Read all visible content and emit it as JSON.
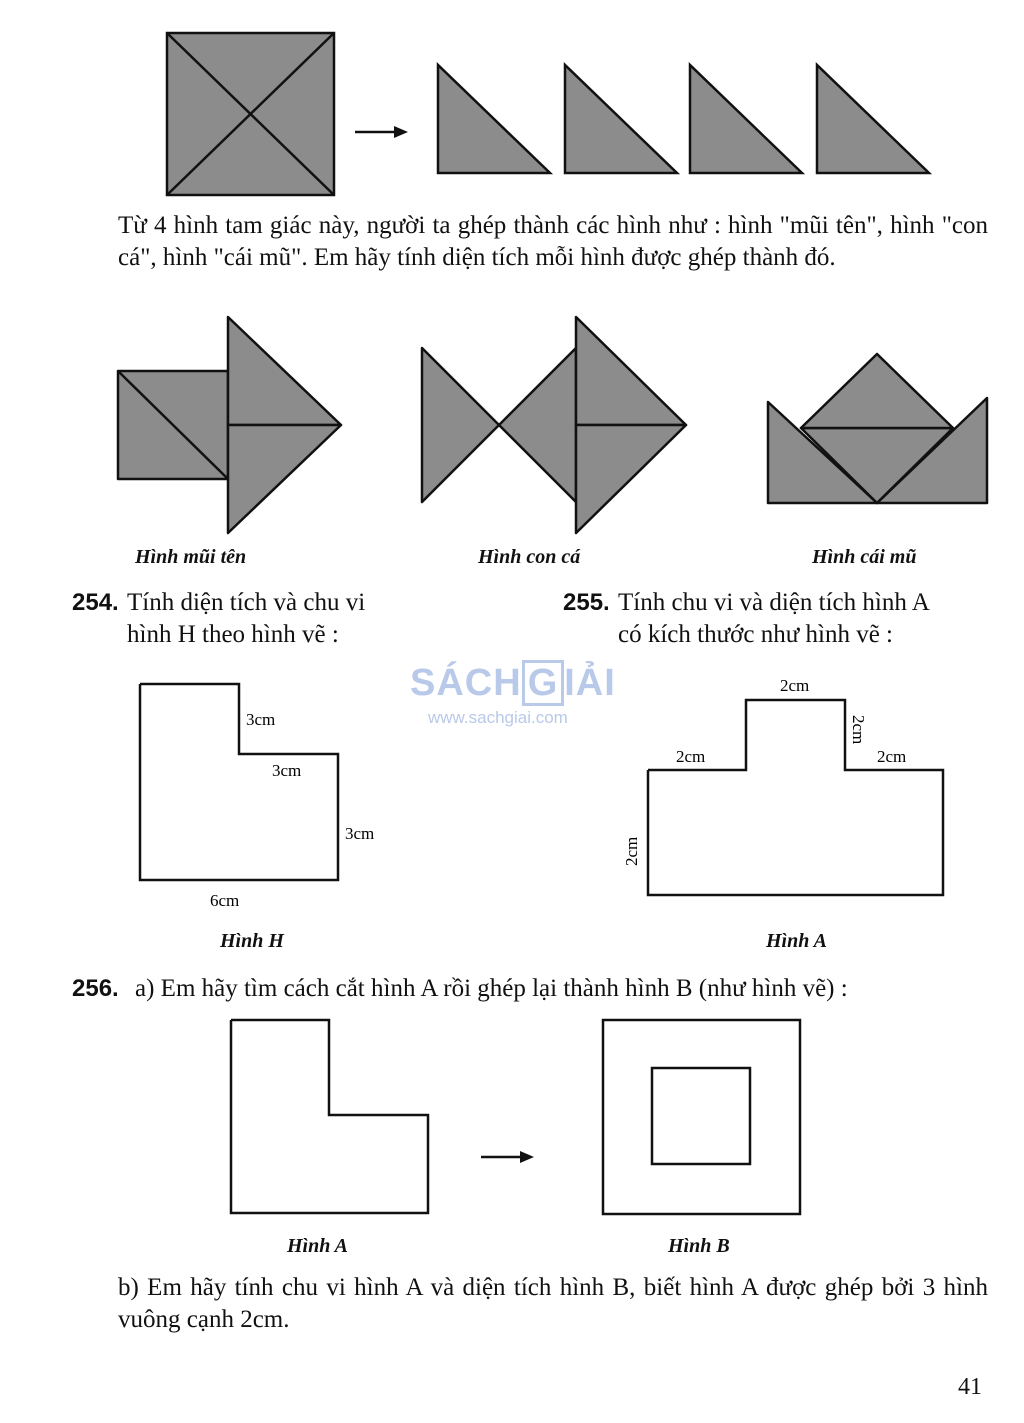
{
  "intro": {
    "text": "Từ 4 hình tam giác này, người ta ghép thành các hình như : hình \"mũi tên\", hình \"con cá\", hình \"cái mũ\". Em hãy tính diện tích mỗi hình được ghép thành đó."
  },
  "captions": {
    "arrow": "Hình mũi tên",
    "fish": "Hình con cá",
    "hat": "Hình cái mũ"
  },
  "problem254": {
    "number": "254.",
    "line1": "Tính diện tích và chu vi",
    "line2": "hình H theo hình vẽ :",
    "labels": {
      "top_right": "3cm",
      "inner": "3cm",
      "right": "3cm",
      "bottom": "6cm"
    },
    "caption": "Hình H"
  },
  "problem255": {
    "number": "255.",
    "line1": "Tính chu vi và diện tích hình A",
    "line2": "có kích thước như hình vẽ :",
    "labels": {
      "top": "2cm",
      "top_side": "2cm",
      "left_ledge": "2cm",
      "right_ledge": "2cm",
      "left_side": "2cm"
    },
    "caption": "Hình A"
  },
  "problem256": {
    "number": "256.",
    "part_a": "a) Em hãy tìm cách cắt hình A rồi ghép lại thành hình B (như hình vẽ) :",
    "caption_a": "Hình A",
    "caption_b": "Hình B",
    "part_b": "b) Em hãy tính chu vi hình A và diện tích hình B, biết hình A được ghép bởi 3 hình vuông cạnh 2cm."
  },
  "watermark": {
    "brand_left": "SÁCH",
    "brand_letter": "G",
    "brand_right": "IẢI",
    "url": "www.sachgiai.com"
  },
  "page_number": "41",
  "colors": {
    "shape_fill": "#8c8c8c",
    "ink": "#111111",
    "watermark": "#b9c9ea"
  }
}
